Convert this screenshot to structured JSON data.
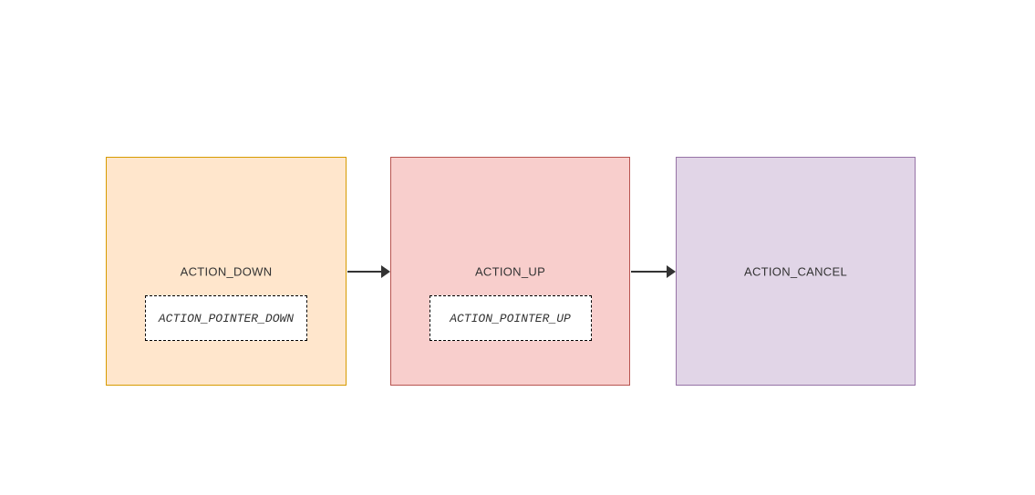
{
  "diagram": {
    "background": "#ffffff",
    "text_color": "#333333",
    "nodes": [
      {
        "id": "action-down",
        "label": "ACTION_DOWN",
        "fill": "#ffe6cc",
        "stroke": "#d79b00",
        "child": {
          "label": "ACTION_POINTER_DOWN",
          "fill": "#ffffff",
          "border": "#000000",
          "border_style": "dashed"
        }
      },
      {
        "id": "action-up",
        "label": "ACTION_UP",
        "fill": "#f8cecc",
        "stroke": "#b85450",
        "child": {
          "label": "ACTION_POINTER_UP",
          "fill": "#ffffff",
          "border": "#000000",
          "border_style": "dashed"
        }
      },
      {
        "id": "action-cancel",
        "label": "ACTION_CANCEL",
        "fill": "#e1d5e7",
        "stroke": "#9673a6"
      }
    ],
    "edges": [
      {
        "from": "action-down",
        "to": "action-up",
        "color": "#333333",
        "arrowhead": "solid-right"
      },
      {
        "from": "action-up",
        "to": "action-cancel",
        "color": "#333333",
        "arrowhead": "solid-right"
      }
    ]
  }
}
